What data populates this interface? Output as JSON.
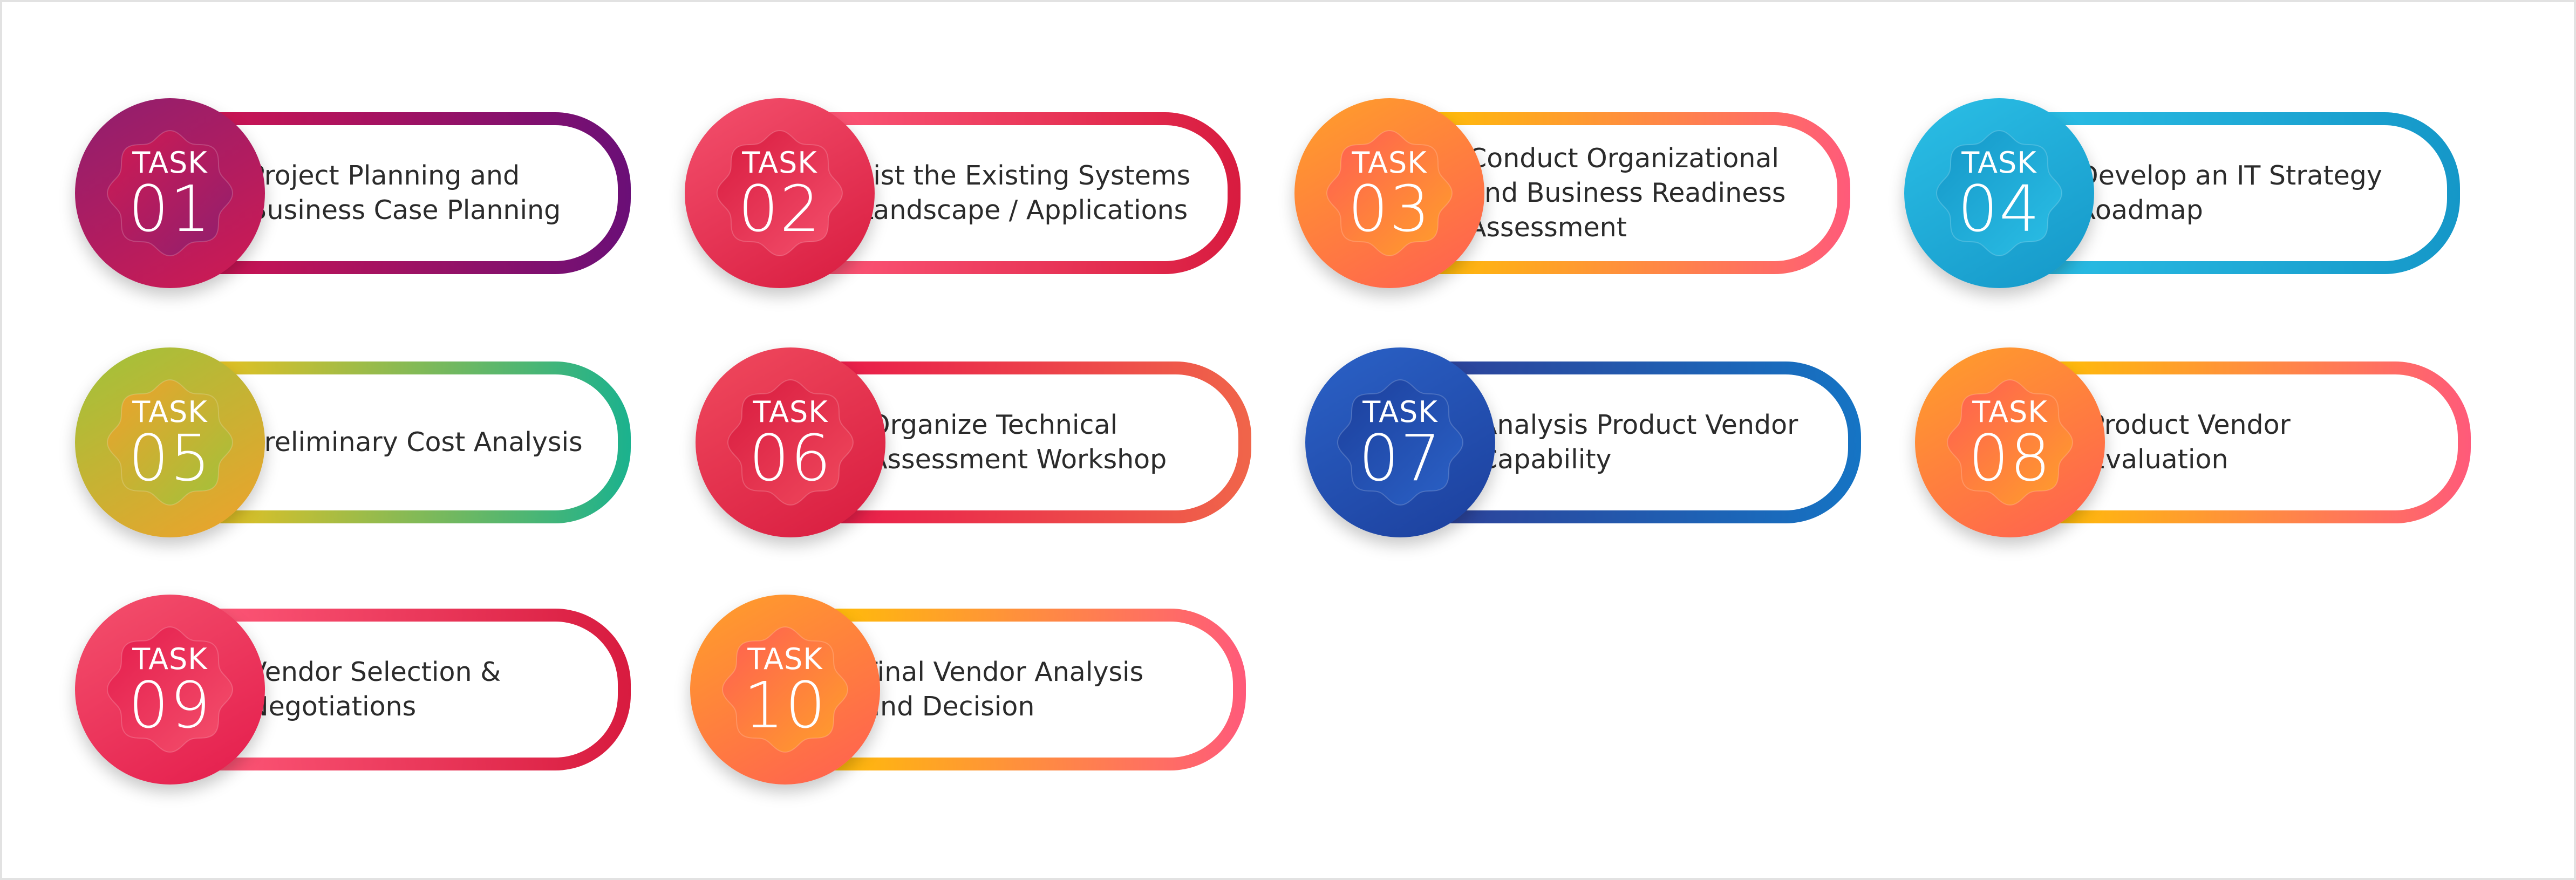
{
  "tasks": [
    {
      "keyword": "TASK",
      "number": "01",
      "text": "Project Planning and\nBusiness Case Planning",
      "colors": [
        "#8e1f6f",
        "#d11a52"
      ],
      "tab": [
        "#d31550",
        "#6a0f77"
      ]
    },
    {
      "keyword": "TASK",
      "number": "02",
      "text": "List the Existing Systems\nLandscape / Applications",
      "colors": [
        "#f4516d",
        "#d81b3f"
      ],
      "tab": [
        "#ff5a7a",
        "#d81b3f"
      ]
    },
    {
      "keyword": "TASK",
      "number": "03",
      "text": "Conduct Organizational\nand Business Readiness\nAssessment",
      "colors": [
        "#ffa02a",
        "#ff5e52"
      ],
      "tab": [
        "#ffc400",
        "#ff5a7a"
      ]
    },
    {
      "keyword": "TASK",
      "number": "04",
      "text": "Develop an IT Strategy\nRoadmap",
      "colors": [
        "#2bbfe6",
        "#1597c8"
      ],
      "tab": [
        "#2bbfe6",
        "#1597c8"
      ]
    },
    {
      "keyword": "TASK",
      "number": "05",
      "text": "Preliminary Cost Analysis",
      "colors": [
        "#9ec33b",
        "#f0a12b"
      ],
      "tab": [
        "#f4c21a",
        "#1bb28e"
      ]
    },
    {
      "keyword": "TASK",
      "number": "06",
      "text": "Organize Technical\nAssessment Workshop",
      "colors": [
        "#f04a5e",
        "#d81b3f"
      ],
      "tab": [
        "#e8174a",
        "#f0654a"
      ]
    },
    {
      "keyword": "TASK",
      "number": "07",
      "text": "Analysis Product Vendor\nCapability",
      "colors": [
        "#2b62c7",
        "#1c3f9c"
      ],
      "tab": [
        "#2f3f97",
        "#1574c4"
      ]
    },
    {
      "keyword": "TASK",
      "number": "08",
      "text": "Product Vendor\nEvaluation",
      "colors": [
        "#ffa02a",
        "#ff5e52"
      ],
      "tab": [
        "#ffc400",
        "#ff5a7a"
      ]
    },
    {
      "keyword": "TASK",
      "number": "09",
      "text": "Vendor Selection &\nNegotiations",
      "colors": [
        "#f4516d",
        "#e41c4c"
      ],
      "tab": [
        "#ff5a7a",
        "#d81b3f"
      ]
    },
    {
      "keyword": "TASK",
      "number": "10",
      "text": "Final Vendor Analysis\nand Decision",
      "colors": [
        "#ffa02a",
        "#ff5e52"
      ],
      "tab": [
        "#ffc400",
        "#ff5a7a"
      ]
    }
  ]
}
